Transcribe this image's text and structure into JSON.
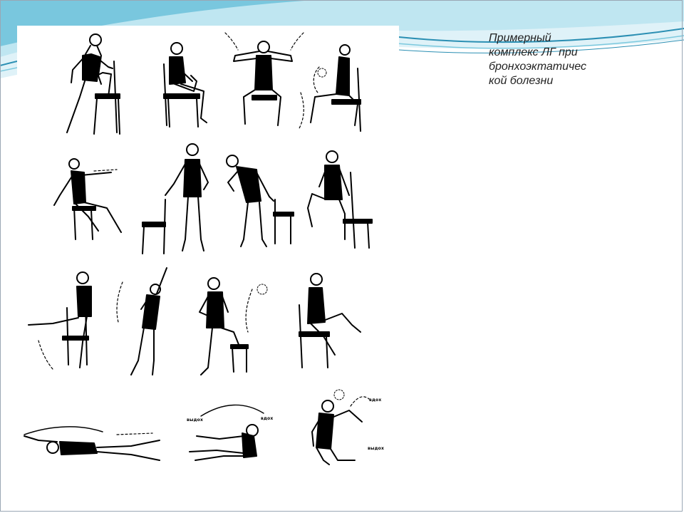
{
  "slide": {
    "title": "Примерный\nкомплекс ЛГ при\nбронхоэктатичес\nкой болезни",
    "accent_colors": [
      "#bfe3ef",
      "#6fc2db",
      "#2b8fb3"
    ]
  },
  "figure": {
    "exercise_count": 15,
    "breath_labels": {
      "exhale": "выдох",
      "inhale": "вдох",
      "in_caps": "вдох",
      "out_caps": "выдох"
    }
  }
}
